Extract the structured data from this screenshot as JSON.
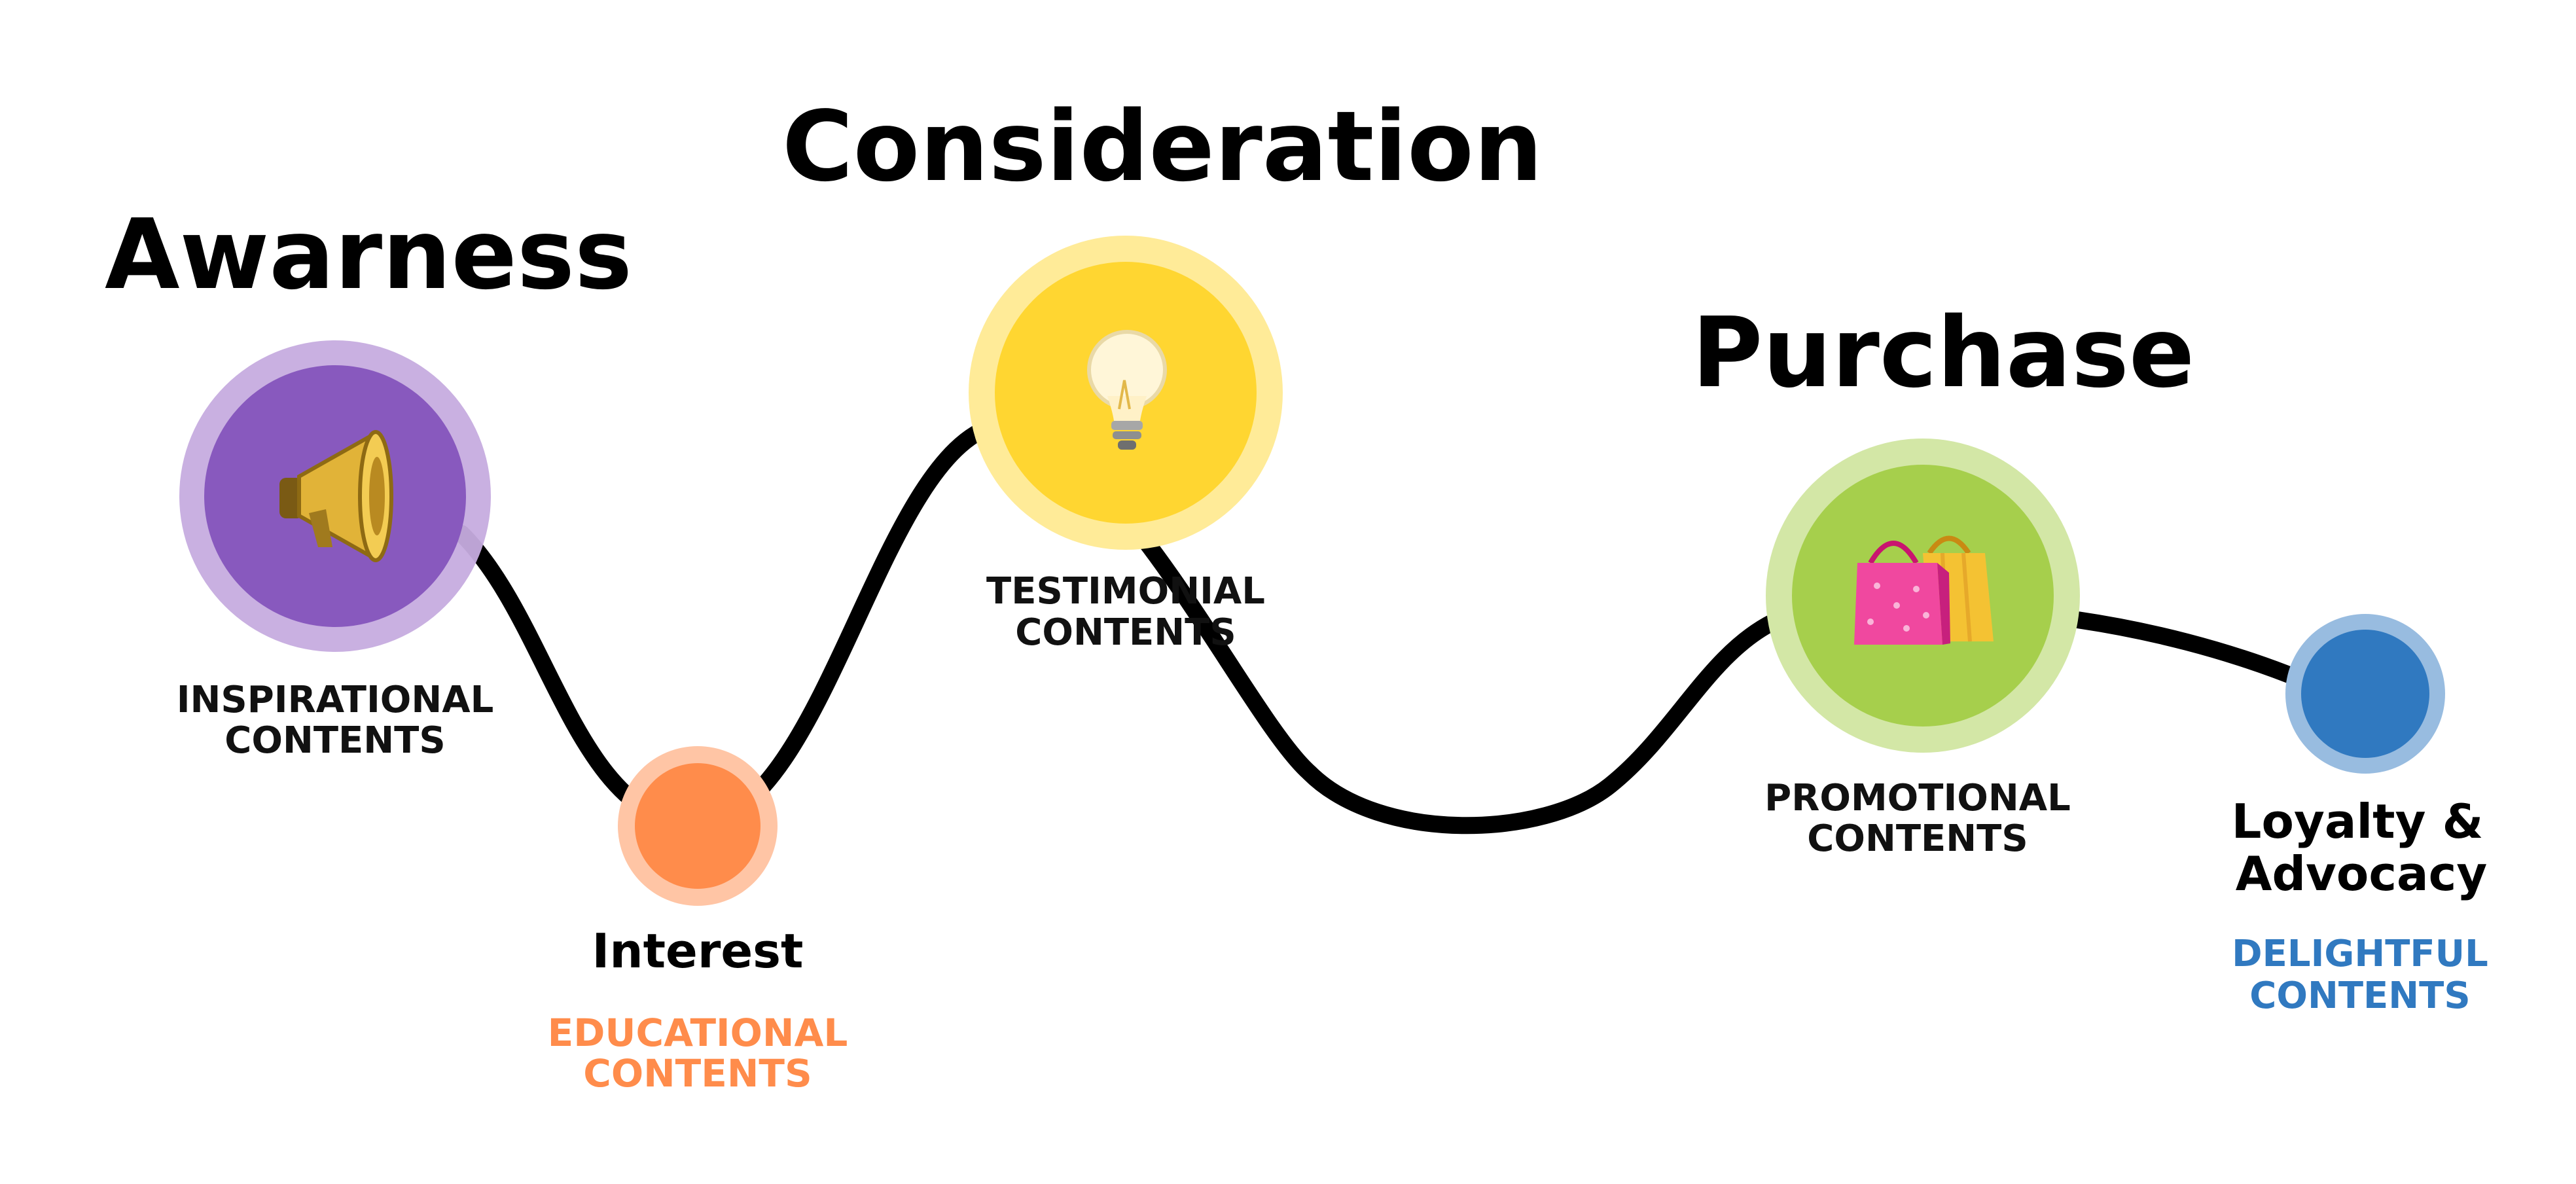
{
  "colors": {
    "path": "#000000",
    "awareness": "#8859BE",
    "awareness_ring": "#C6ACDF",
    "interest": "#FF8C4B",
    "interest_ring": "#FFC5A5",
    "consideration": "#FFD631",
    "consideration_ring": "#FFEB98",
    "purchase": "#A6CF4C",
    "purchase_ring": "#D3E7A6",
    "loyalty": "#3079C0",
    "loyalty_ring": "#98BCE0"
  },
  "stages": {
    "awareness": {
      "title": "Awarness",
      "subtitle_line1": "INSPIRATIONAL",
      "subtitle_line2": "CONTENTS",
      "icon": "megaphone-icon"
    },
    "interest": {
      "title": "Interest",
      "subtitle_line1": "EDUCATIONAL",
      "subtitle_line2": "CONTENTS"
    },
    "consideration": {
      "title": "Consideration",
      "subtitle_line1": "TESTIMONIAL",
      "subtitle_line2": "CONTENTS",
      "icon": "lightbulb-icon"
    },
    "purchase": {
      "title": "Purchase",
      "subtitle_line1": "PROMOTIONAL",
      "subtitle_line2": "CONTENTS",
      "icon": "shopping-bags-icon"
    },
    "loyalty": {
      "title_line1": "Loyalty &",
      "title_line2": "Advocacy",
      "subtitle_line1": "DELIGHTFUL",
      "subtitle_line2": "CONTENTS"
    }
  }
}
